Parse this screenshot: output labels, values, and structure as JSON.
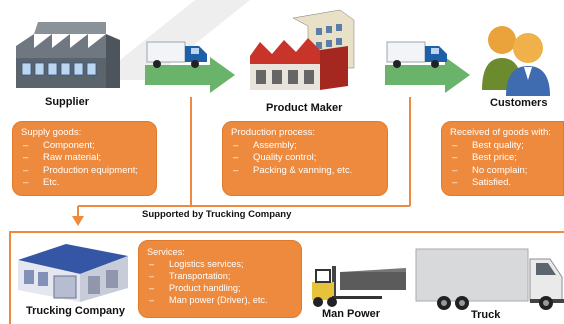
{
  "nodes": {
    "supplier": "Supplier",
    "product_maker": "Product Maker",
    "customers": "Customers",
    "trucking_company": "Trucking Company",
    "man_power": "Man Power",
    "truck": "Truck"
  },
  "boxes": {
    "supplier": {
      "title": "Supply goods:",
      "items": [
        "Component;",
        "Raw material;",
        "Production equipment;",
        "Etc."
      ]
    },
    "maker": {
      "title": "Production process:",
      "items": [
        "Assembly;",
        "Quality control;",
        "Packing & vanning, etc."
      ]
    },
    "customers": {
      "title": "Received of goods with:",
      "items": [
        "Best quality;",
        "Best price;",
        "No complain;",
        "Satisfied."
      ]
    },
    "services": {
      "title": "Services:",
      "items": [
        "Logistics services;",
        "Transportation;",
        "Product handling;",
        "Man power (Driver), etc."
      ]
    }
  },
  "connector_label": "Supported by Trucking Company",
  "colors": {
    "accent_orange": "#ee8a3e",
    "flow_arrow_green": "#69b46a",
    "truck_blue": "#1f5fa8",
    "factory_red": "#c8342a"
  },
  "icons": [
    "factory-icon",
    "warehouse-icon",
    "people-icon",
    "forklift-icon",
    "truck-icon",
    "delivery-truck-icon"
  ]
}
